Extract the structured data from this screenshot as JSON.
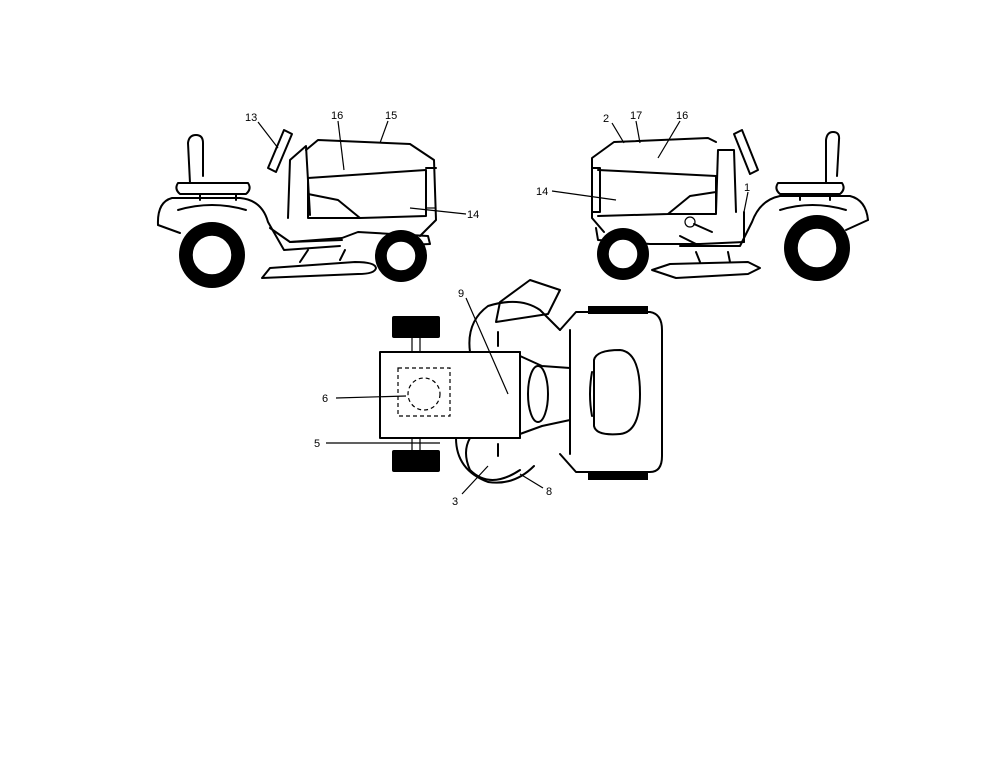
{
  "callouts": {
    "c13": "13",
    "c16a": "16",
    "c15": "15",
    "c14a": "14",
    "c2": "2",
    "c17": "17",
    "c16b": "16",
    "c14b": "14",
    "c1": "1",
    "c9": "9",
    "c6": "6",
    "c5": "5",
    "c3": "3",
    "c8": "8"
  }
}
